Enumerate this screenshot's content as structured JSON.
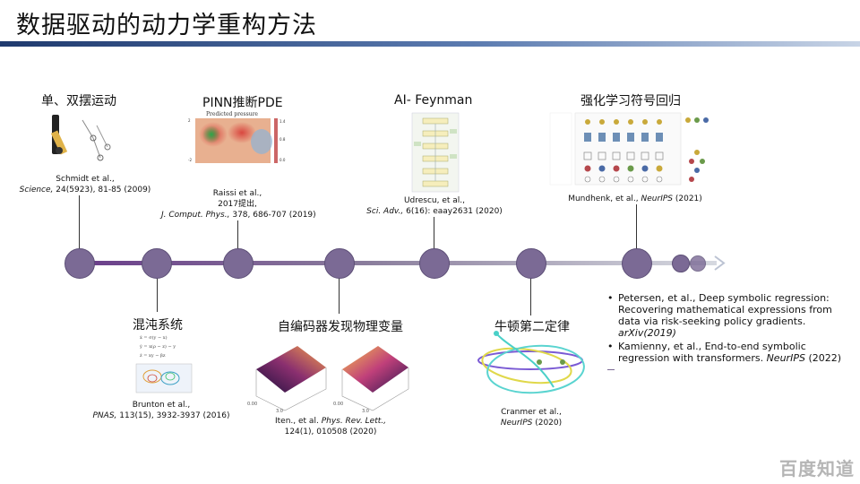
{
  "title": "数据驱动的动力学重构方法",
  "items": {
    "single_double_pendulum": {
      "label": "单、双摆运动",
      "cite_line1": "Schmidt et al.,",
      "cite_journal": "Science,",
      "cite_rest": "24(5923), 81-85 (2009)"
    },
    "pinn": {
      "label": "PINN推断PDE",
      "fig_title": "Predicted pressure",
      "cite_line1": "Raissi et al.,",
      "cite_line2": "2017提出,",
      "cite_journal": "J. Comput. Phys.,",
      "cite_rest": "378, 686-707 (2019)"
    },
    "ai_feynman": {
      "label": "AI- Feynman",
      "cite_line1": "Udrescu, et al.,",
      "cite_journal": "Sci. Adv.,",
      "cite_rest": "6(16): eaay2631 (2020)"
    },
    "rl_symbolic": {
      "label": "强化学习符号回归",
      "cite_pre": "Mundhenk, et al.,",
      "cite_journal": "NeurIPS",
      "cite_rest": "(2021)"
    },
    "chaos": {
      "label": "混沌系统",
      "cite_line1": "Brunton et al.,",
      "cite_journal": "PNAS,",
      "cite_rest": "113(15), 3932-3937 (2016)"
    },
    "autoencoder": {
      "label": "自编码器发现物理变量",
      "cite_pre": "Iten., et al.",
      "cite_journal": "Phys. Rev. Lett.,",
      "cite_line2": "124(1), 010508 (2020)"
    },
    "newton": {
      "label": "牛顿第二定律",
      "cite_line1": "Cranmer et al.,",
      "cite_journal": "NeurIPS",
      "cite_rest": "(2020)"
    }
  },
  "bullets": [
    {
      "text": "Petersen, et al., Deep symbolic regression: Recovering mathematical expressions from data via risk-seeking policy gradients.",
      "journal": "arXiv(2019)"
    },
    {
      "text": "Kamienny, et al., End-to-end symbolic regression with transformers.",
      "journal": "NeurIPS",
      "rest": "(2022)"
    }
  ],
  "watermark": "百度知道",
  "colors": {
    "node": "#7b6a95",
    "timeline_dark": "#6a3d8a",
    "timeline_light": "#c9cbd3",
    "title_bar": "#1f3a6e"
  }
}
